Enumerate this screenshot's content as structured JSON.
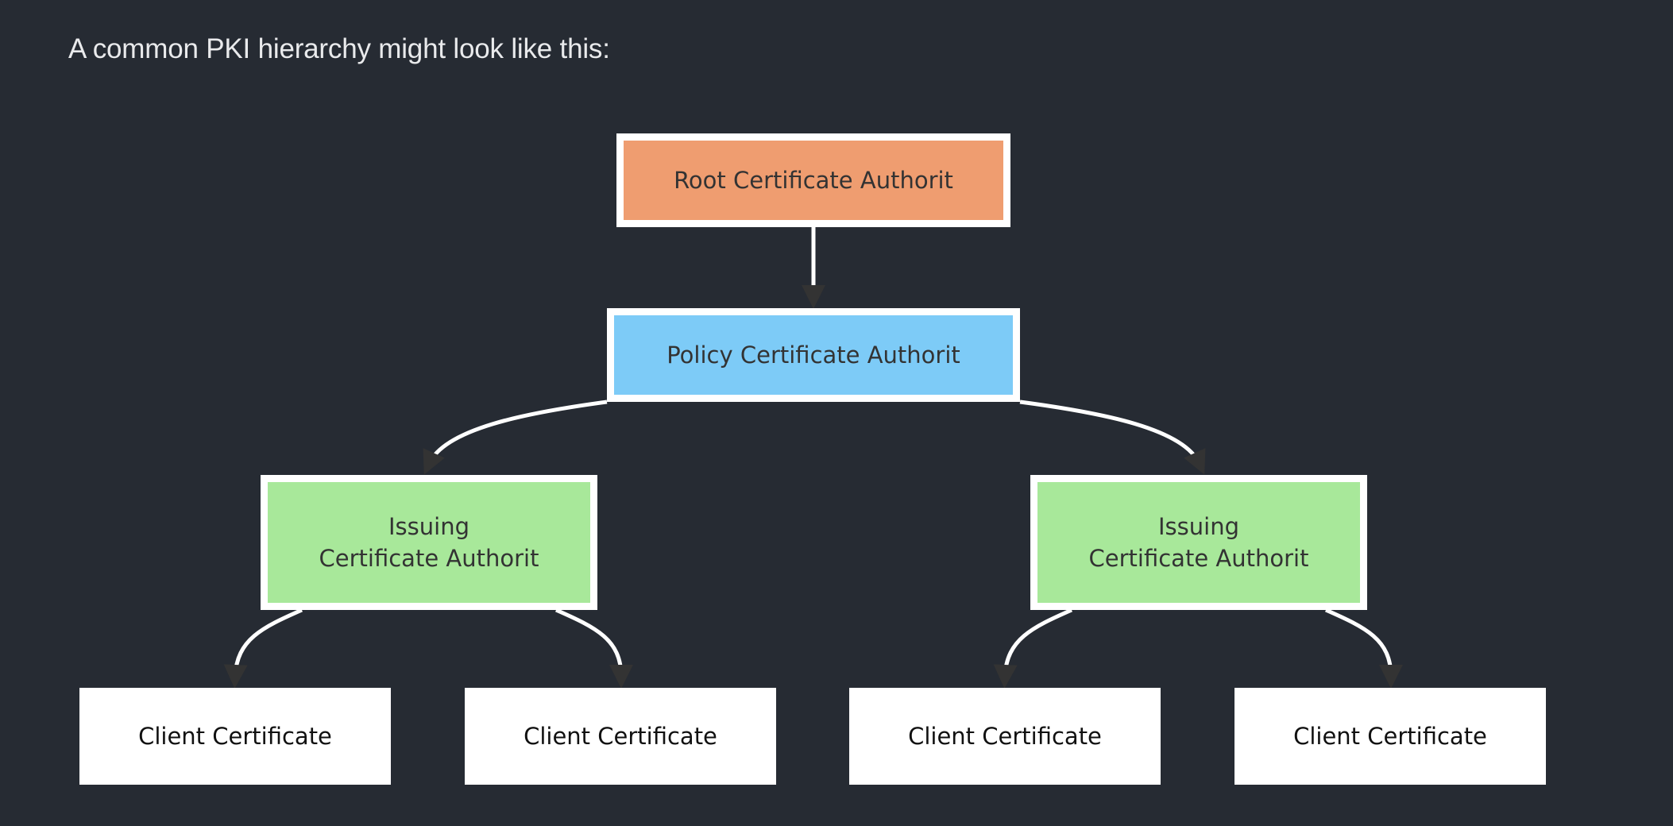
{
  "page": {
    "background_color": "#262b33",
    "title": "A common PKI hierarchy might look like this:"
  },
  "diagram": {
    "type": "tree",
    "orientation": "top-down",
    "edge_color": "#ffffff",
    "arrowhead_color": "#333333",
    "nodes": [
      {
        "id": "root",
        "label": "Root Certificate Authorit",
        "fill": "#ef9d70",
        "frame": "#ffffff",
        "text_color": "#333333",
        "level": 0
      },
      {
        "id": "policy",
        "label": "Policy Certificate Authorit",
        "fill": "#7dcbf7",
        "frame": "#ffffff",
        "text_color": "#333333",
        "level": 1
      },
      {
        "id": "issuing-left",
        "label": "Issuing\nCertificate Authorit",
        "fill": "#a8e89a",
        "frame": "#ffffff",
        "text_color": "#333333",
        "level": 2
      },
      {
        "id": "issuing-right",
        "label": "Issuing\nCertificate Authorit",
        "fill": "#a8e89a",
        "frame": "#ffffff",
        "text_color": "#333333",
        "level": 2
      },
      {
        "id": "client-1",
        "label": "Client Certificate",
        "fill": "#ffffff",
        "frame": "#ffffff",
        "text_color": "#111111",
        "level": 3
      },
      {
        "id": "client-2",
        "label": "Client Certificate",
        "fill": "#ffffff",
        "frame": "#ffffff",
        "text_color": "#111111",
        "level": 3
      },
      {
        "id": "client-3",
        "label": "Client Certificate",
        "fill": "#ffffff",
        "frame": "#ffffff",
        "text_color": "#111111",
        "level": 3
      },
      {
        "id": "client-4",
        "label": "Client Certificate",
        "fill": "#ffffff",
        "frame": "#ffffff",
        "text_color": "#111111",
        "level": 3
      }
    ],
    "edges": [
      {
        "from": "root",
        "to": "policy",
        "shape": "straight"
      },
      {
        "from": "policy",
        "to": "issuing-left",
        "shape": "curved"
      },
      {
        "from": "policy",
        "to": "issuing-right",
        "shape": "curved"
      },
      {
        "from": "issuing-left",
        "to": "client-1",
        "shape": "curved"
      },
      {
        "from": "issuing-left",
        "to": "client-2",
        "shape": "curved"
      },
      {
        "from": "issuing-right",
        "to": "client-3",
        "shape": "curved"
      },
      {
        "from": "issuing-right",
        "to": "client-4",
        "shape": "curved"
      }
    ]
  }
}
